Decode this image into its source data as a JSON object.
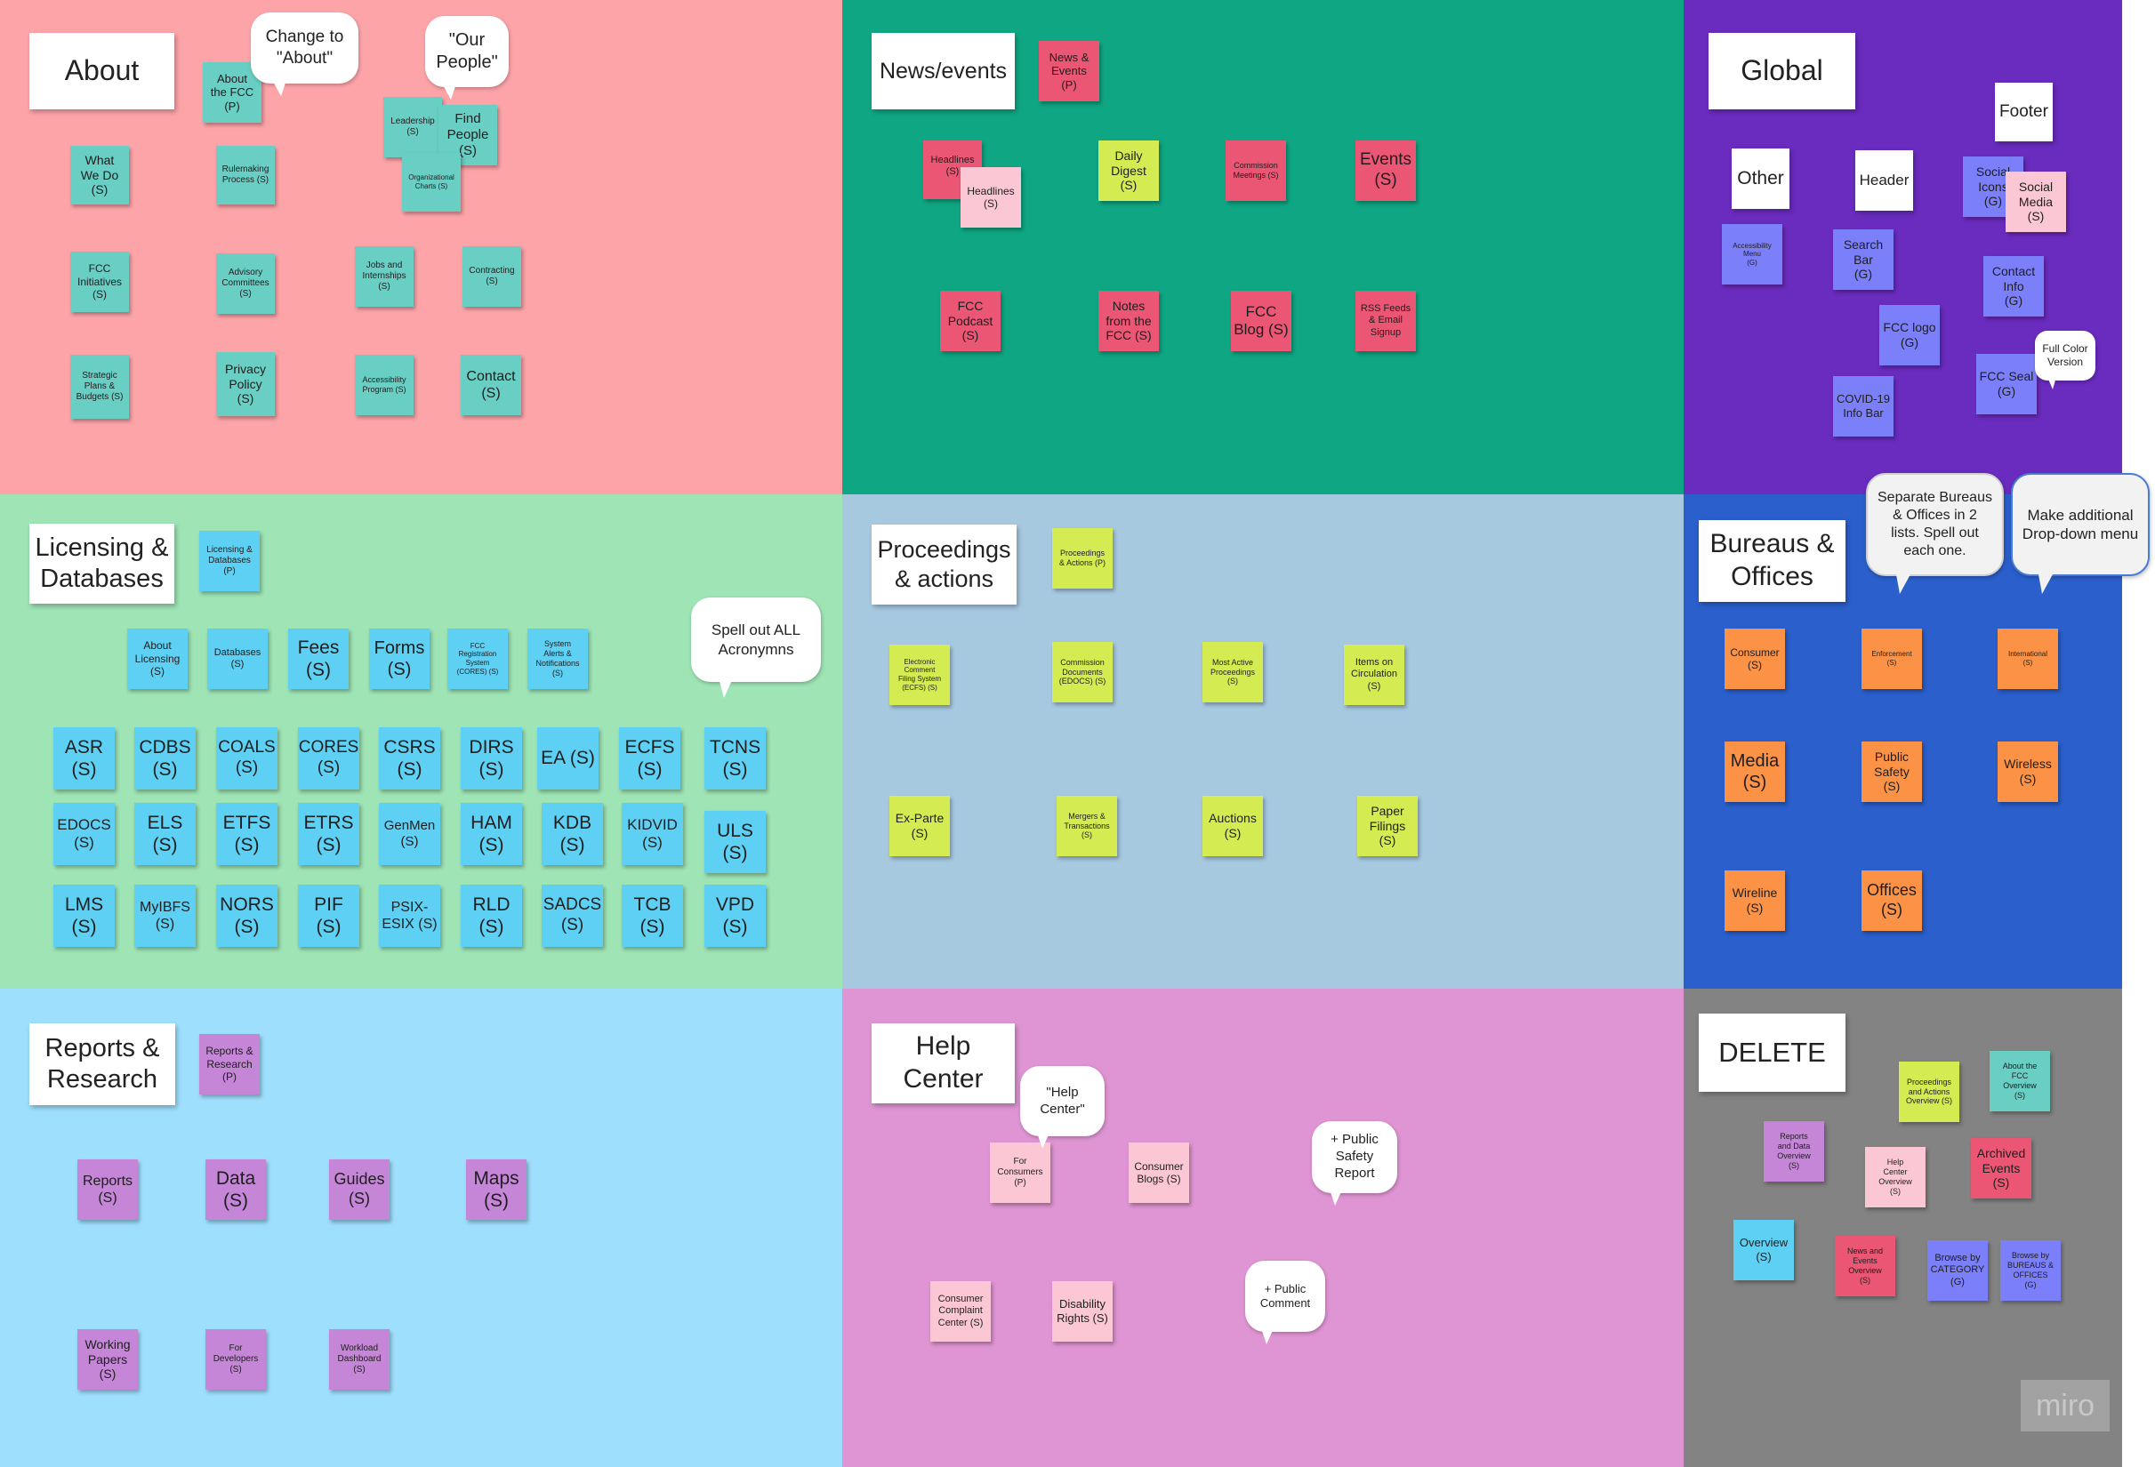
{
  "colors": {
    "about_bg": "#fda4a9",
    "news_bg": "#0fa783",
    "global_bg": "#6a2bbf",
    "licensing_bg": "#9ee4b5",
    "proceedings_bg": "#a7c9e0",
    "bureaus_bg": "#2a5fcc",
    "reports_bg": "#9edffd",
    "help_bg": "#df95d3",
    "delete_bg": "#838383",
    "teal_note": "#69cec4",
    "red_note": "#ea5674",
    "pink_note": "#fbc7d5",
    "lime_note": "#d4ec52",
    "lightblue_note": "#5ed0f4",
    "periwinkle_note": "#7b7ff9",
    "orange_note": "#fb9246",
    "purple_note": "#c586d7",
    "white": "#ffffff"
  },
  "frames": {
    "about": "About",
    "news": "News/events",
    "global": "Global",
    "licensing": "Licensing &\nDatabases",
    "proceedings": "Proceedings\n& actions",
    "bureaus": "Bureaus &\nOffices",
    "reports": "Reports &\nResearch",
    "help": "Help\nCenter",
    "delete": "DELETE"
  },
  "about": {
    "notes": [
      "About\nthe FCC\n(P)",
      "What\nWe Do\n(S)",
      "Rulemaking\nProcess (S)",
      "Leadership\n(S)",
      "Find\nPeople\n(S)",
      "Organizational\nCharts (S)",
      "FCC\nInitiatives\n(S)",
      "Advisory\nCommittees\n(S)",
      "Jobs and\nInternships\n(S)",
      "Contracting\n(S)",
      "Strategic\nPlans &\nBudgets (S)",
      "Privacy\nPolicy\n(S)",
      "Accessibility\nProgram (S)",
      "Contact\n(S)"
    ],
    "comments": [
      "Change to\n\"About\"",
      "\"Our\nPeople\""
    ]
  },
  "news": {
    "notes": [
      "News &\nEvents\n(P)",
      "Headlines\n(S)",
      "Headlines\n(S)",
      "Daily\nDigest\n(S)",
      "Commission\nMeetings (S)",
      "Events\n(S)",
      "FCC\nPodcast\n(S)",
      "Notes\nfrom the\nFCC (S)",
      "FCC\nBlog (S)",
      "RSS Feeds\n& Email\nSignup"
    ]
  },
  "global": {
    "labels": [
      "Footer",
      "Other",
      "Header"
    ],
    "notes": [
      "Social\nIcons\n(G)",
      "Social\nMedia\n(S)",
      "Accessibility\nMenu\n(G)",
      "Search\nBar\n(G)",
      "Contact\nInfo\n(G)",
      "FCC logo\n(G)",
      "FCC Seal\n(G)",
      "COVID-19\nInfo Bar"
    ],
    "comments": [
      "Full Color\nVersion"
    ]
  },
  "licensing": {
    "notes": [
      "Licensing &\nDatabases\n(P)",
      "About\nLicensing\n(S)",
      "Databases\n(S)",
      "Fees\n(S)",
      "Forms\n(S)",
      "FCC\nRegistration\nSystem\n(CORES) (S)",
      "System\nAlerts &\nNotifications\n(S)"
    ],
    "acronyms": [
      "ASR\n(S)",
      "CDBS\n(S)",
      "COALS\n(S)",
      "CORES\n(S)",
      "CSRS\n(S)",
      "DIRS\n(S)",
      "EA (S)",
      "ECFS\n(S)",
      "TCNS\n(S)",
      "EDOCS\n(S)",
      "ELS\n(S)",
      "ETFS\n(S)",
      "ETRS\n(S)",
      "GenMen\n(S)",
      "HAM\n(S)",
      "KDB\n(S)",
      "KIDVID\n(S)",
      "ULS\n(S)",
      "LMS\n(S)",
      "MyIBFS\n(S)",
      "NORS\n(S)",
      "PIF\n(S)",
      "PSIX-\nESIX (S)",
      "RLD\n(S)",
      "SADCS\n(S)",
      "TCB\n(S)",
      "VPD\n(S)"
    ],
    "comments": [
      "Spell out ALL\nAcronymns"
    ]
  },
  "proceedings": {
    "notes": [
      "Proceedings\n& Actions (P)",
      "Electronic\nComment\nFiling System\n(ECFS) (S)",
      "Commission\nDocuments\n(EDOCS) (S)",
      "Most Active\nProceedings\n(S)",
      "Items on\nCirculation\n(S)",
      "Ex-Parte\n(S)",
      "Mergers &\nTransactions\n(S)",
      "Auctions\n(S)",
      "Paper\nFilings\n(S)"
    ]
  },
  "bureaus": {
    "notes": [
      "Consumer\n(S)",
      "Enforcement\n(S)",
      "International\n(S)",
      "Media\n(S)",
      "Public\nSafety\n(S)",
      "Wireless\n(S)",
      "Wireline\n(S)",
      "Offices\n(S)"
    ],
    "comments": [
      "Separate Bureaus\n& Offices in 2\nlists. Spell out\neach one.",
      "Make additional\nDrop-down menu"
    ]
  },
  "reports": {
    "notes": [
      "Reports &\nResearch\n(P)",
      "Reports\n(S)",
      "Data\n(S)",
      "Guides\n(S)",
      "Maps\n(S)",
      "Working\nPapers\n(S)",
      "For\nDevelopers\n(S)",
      "Workload\nDashboard\n(S)"
    ]
  },
  "help": {
    "notes": [
      "For\nConsumers\n(P)",
      "Consumer\nBlogs (S)",
      "Consumer\nComplaint\nCenter (S)",
      "Disability\nRights (S)"
    ],
    "comments": [
      "\"Help\nCenter\"",
      "+ Public\nSafety\nReport",
      "+ Public\nComment"
    ]
  },
  "delete": {
    "notes": [
      "Proceedings\nand Actions\nOverview (S)",
      "About the\nFCC\nOverview\n(S)",
      "Reports\nand Data\nOverview\n(S)",
      "Help\nCenter\nOverview\n(S)",
      "Archived\nEvents\n(S)",
      "Overview\n(S)",
      "News and\nEvents\nOverview\n(S)",
      "Browse by\nCATEGORY\n(G)",
      "Browse by\nBUREAUS &\nOFFICES\n(G)"
    ]
  },
  "watermark": "miro"
}
